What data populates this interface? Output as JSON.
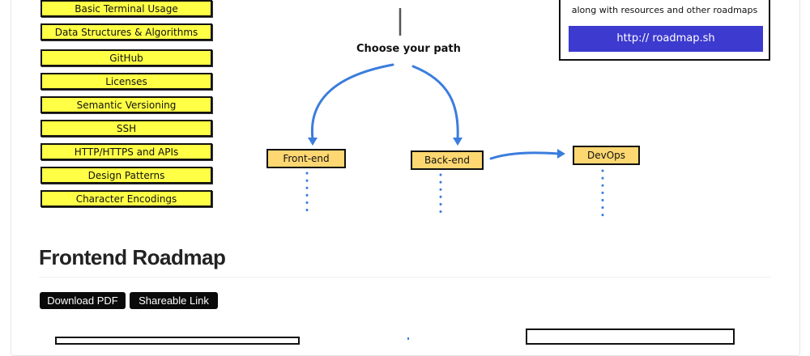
{
  "topics": [
    "Basic Terminal Usage",
    "Data Structures & Algorithms",
    "GitHub",
    "Licenses",
    "Semantic Versioning",
    "SSH",
    "HTTP/HTTPS and APIs",
    "Design Patterns",
    "Character Encodings"
  ],
  "diagram": {
    "choose_label": "Choose your path",
    "front_end": "Front-end",
    "back_end": "Back-end",
    "devops": "DevOps",
    "arrow_color": "#3b7ddd"
  },
  "info_box": {
    "text": "along with resources and other roadmaps",
    "link": "http:// roadmap.sh",
    "link_color": "#3d3acf"
  },
  "section": {
    "title": "Frontend Roadmap",
    "download_label": "Download PDF",
    "share_label": "Shareable Link"
  }
}
